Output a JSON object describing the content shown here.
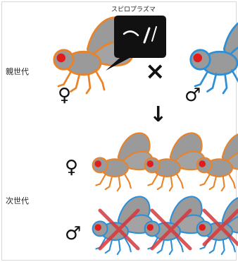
{
  "header": {
    "spiroplasma_label": "スピロプラズマ"
  },
  "rows": {
    "parent_label": "親世代",
    "offspring_label": "次世代"
  },
  "symbols": {
    "female": "♀",
    "male": "♂",
    "cross": "×",
    "arrow": "↓"
  },
  "colors": {
    "female_outline": "#e8832a",
    "male_outline": "#2e8fd6",
    "fly_body": "#9a9a9a",
    "eye": "#e21b1b",
    "cross_mark": "#d9383a",
    "callout_bg": "#111111"
  }
}
